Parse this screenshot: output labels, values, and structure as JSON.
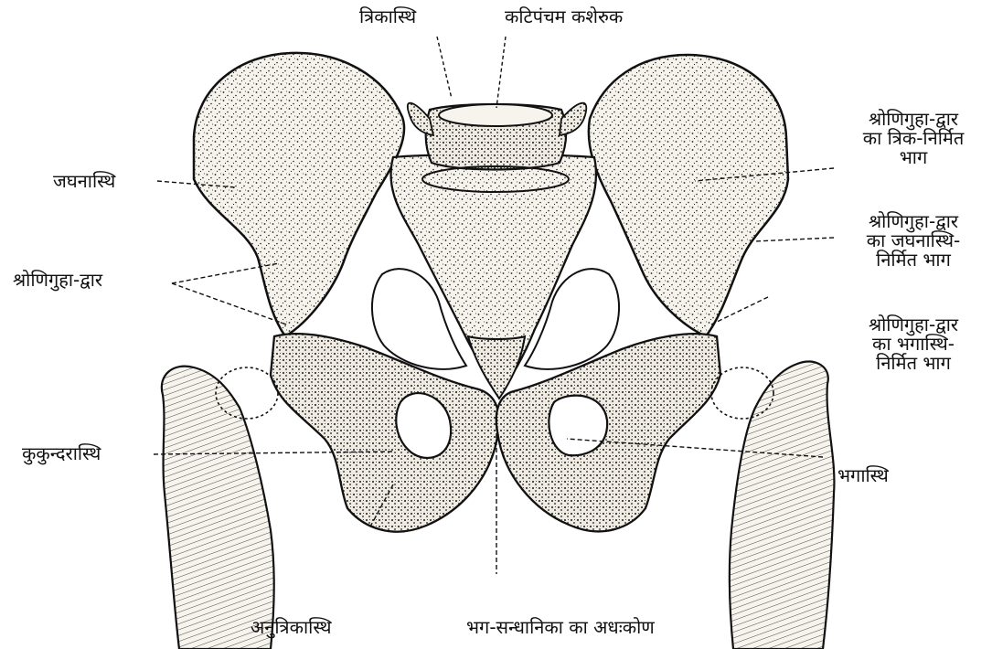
{
  "labels": {
    "sacrum": "त्रिकास्थि",
    "l5": "कटिपंचम कशेरुक",
    "ilium": "जघनास्थि",
    "pelvic_inlet": "श्रोणिगुहा-द्वार",
    "femur": "कुकुन्दरास्थि",
    "coccyx": "अनुत्रिकास्थि",
    "pubic_arch": "भग-सन्धानिका का अधःकोण",
    "pubis": "भगास्थि",
    "inlet_sacral": [
      "श्रोणिगुहा-द्वार",
      "का त्रिक-निर्मित",
      "भाग"
    ],
    "inlet_iliac": [
      "श्रोणिगुहा-द्वार",
      "का जघनास्थि-",
      "निर्मित भाग"
    ],
    "inlet_pubic": [
      "श्रोणिगुहा-द्वार",
      "का भगास्थि-",
      "निर्मित भाग"
    ]
  },
  "colors": {
    "ink": "#111111",
    "bone": "#f4f1ea",
    "stipple": "#2a2a2a"
  }
}
